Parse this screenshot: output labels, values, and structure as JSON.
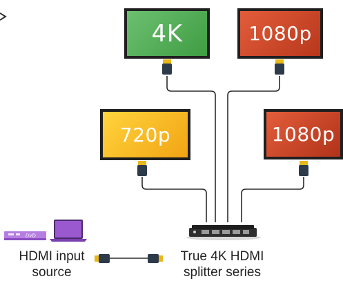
{
  "displays": {
    "top_left": "4K",
    "top_right": "1080p",
    "middle_left": "720p",
    "middle_right": "1080p"
  },
  "source_label": "HDMI input source",
  "splitter_label": "True 4K HDMI splitter series",
  "dvd_label": "DVD",
  "colors": {
    "green": "#4caf50",
    "red": "#c9432a",
    "yellow": "#f7b928",
    "laptop_purple": "#9b59d0",
    "cable": "#2b2b2b",
    "hdmi_plug_gold": "#e8b71a"
  }
}
